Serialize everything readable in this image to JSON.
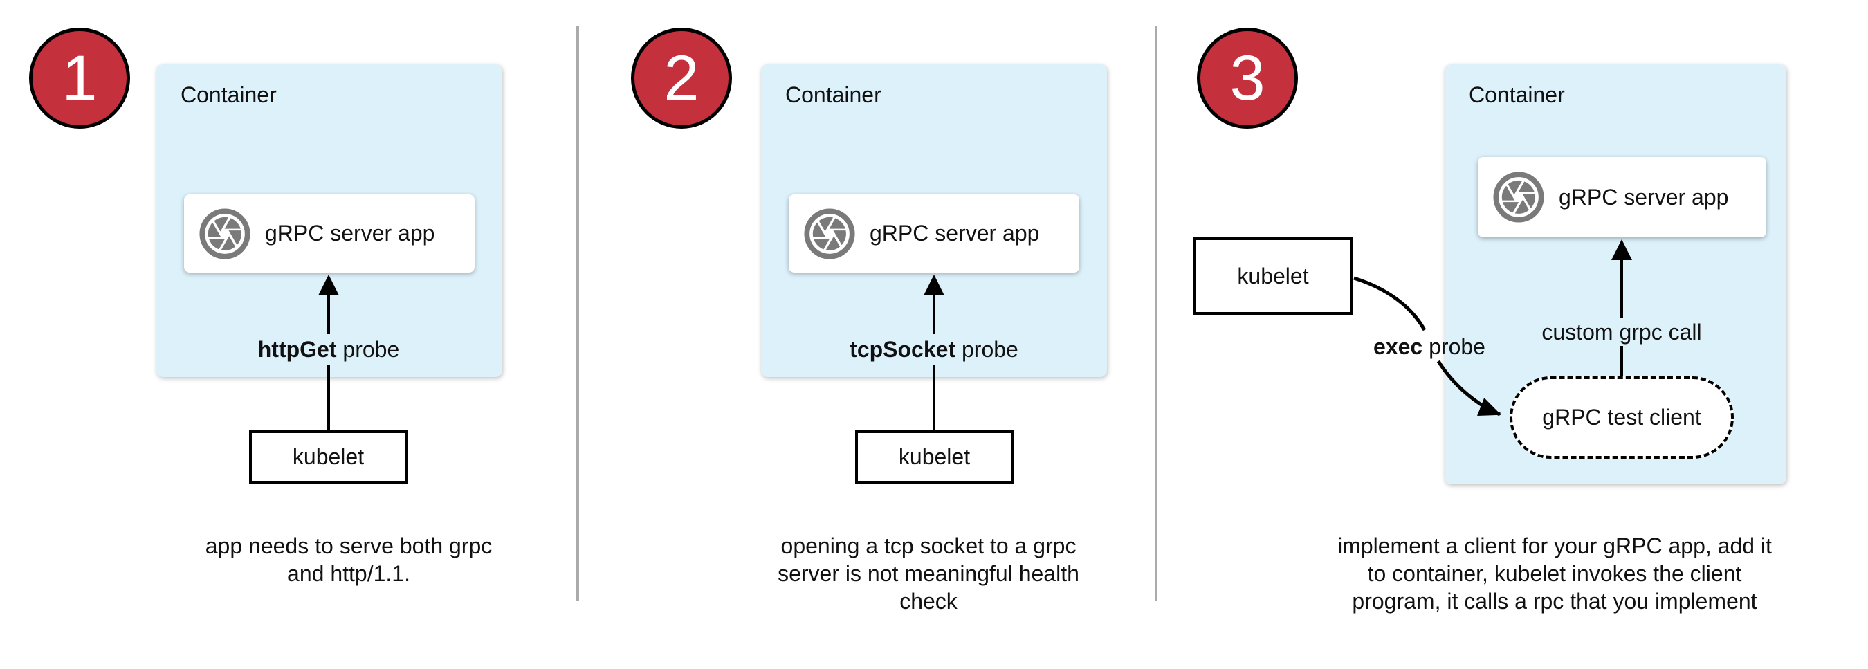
{
  "colors": {
    "badge-red": "#C4313D",
    "container-blue": "#DDF1FB",
    "icon-gray": "#7A7A7A",
    "divider-gray": "#ABABAB",
    "line-black": "#000000",
    "text-black": "#111111",
    "card-white": "#FFFFFF"
  },
  "panels": [
    {
      "number": "1",
      "container_label": "Container",
      "app_label": "gRPC server app",
      "app_icon": "aperture-icon",
      "probe_bold": "httpGet",
      "probe_rest": " probe",
      "kubelet_label": "kubelet",
      "caption_lines": [
        "app needs to serve both grpc",
        "and http/1.1."
      ]
    },
    {
      "number": "2",
      "container_label": "Container",
      "app_label": "gRPC server app",
      "app_icon": "aperture-icon",
      "probe_bold": "tcpSocket",
      "probe_rest": " probe",
      "kubelet_label": "kubelet",
      "caption_lines": [
        "opening a tcp socket to a grpc",
        "server is not meaningful health",
        "check"
      ]
    },
    {
      "number": "3",
      "container_label": "Container",
      "app_label": "gRPC server app",
      "app_icon": "aperture-icon",
      "probe_bold": "exec",
      "probe_rest": " probe",
      "kubelet_label": "kubelet",
      "call_label": "custom grpc call",
      "test_client_label": "gRPC test client",
      "caption_lines": [
        "implement a client for your gRPC app, add it",
        "to container, kubelet invokes the client",
        "program, it calls a rpc that you implement"
      ]
    }
  ]
}
